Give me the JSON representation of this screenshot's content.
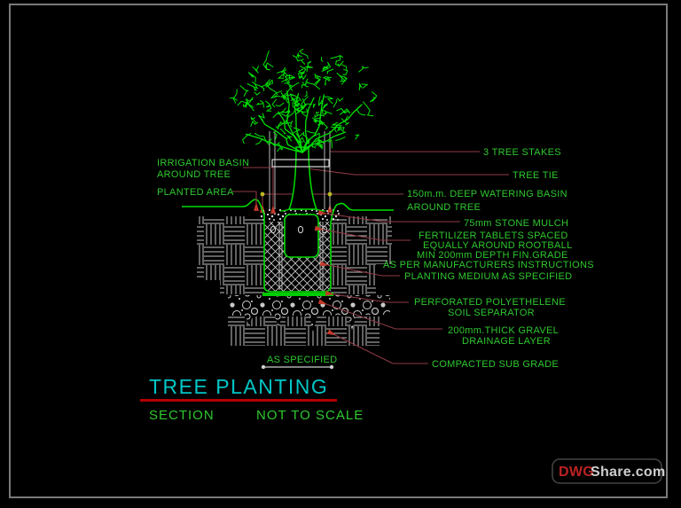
{
  "labels": {
    "irrigation1": "IRRIGATION BASIN",
    "irrigation2": "AROUND TREE",
    "planted": "PLANTED AREA",
    "stakes": "3 TREE STAKES",
    "tie": "TREE TIE",
    "basin1": "150m.m. DEEP WATERING BASIN",
    "basin2": "AROUND TREE",
    "mulch": "75mm STONE MULCH",
    "fert1": "FERTILIZER TABLETS SPACED",
    "fert2": "EQUALLY AROUND ROOTBALL",
    "fert3": "MIN 200mm DEPTH FIN.GRADE",
    "fert4": "AS PER MANUFACTURERS INSTRUCTIONS",
    "medium": "PLANTING MEDIUM AS SPECIFIED",
    "sep1": "PERFORATED POLYETHELENE",
    "sep2": "SOIL SEPARATOR",
    "gravel1": "200mm.THICK GRAVEL",
    "gravel2": "DRAINAGE LAYER",
    "subgrade": "COMPACTED SUB GRADE",
    "dim": "AS SPECIFIED"
  },
  "title_block": {
    "title": "TREE PLANTING",
    "subtitle": "SECTION",
    "scale_note": "NOT TO SCALE"
  },
  "watermark": {
    "brand_red": "DWG",
    "brand_gray": "Share.com"
  },
  "colors": {
    "label_green": "#2fc82f",
    "drawing_green": "#00dd00",
    "title_cyan": "#00c6c6",
    "underline_red": "#b40000",
    "leader_red": "#8e3b44",
    "arrow_red": "#c0392b",
    "marker_yellow": "#b9b921",
    "hatch_gray": "#c4c4c4",
    "watermark_red": "#bb2222",
    "background": "#000000"
  }
}
